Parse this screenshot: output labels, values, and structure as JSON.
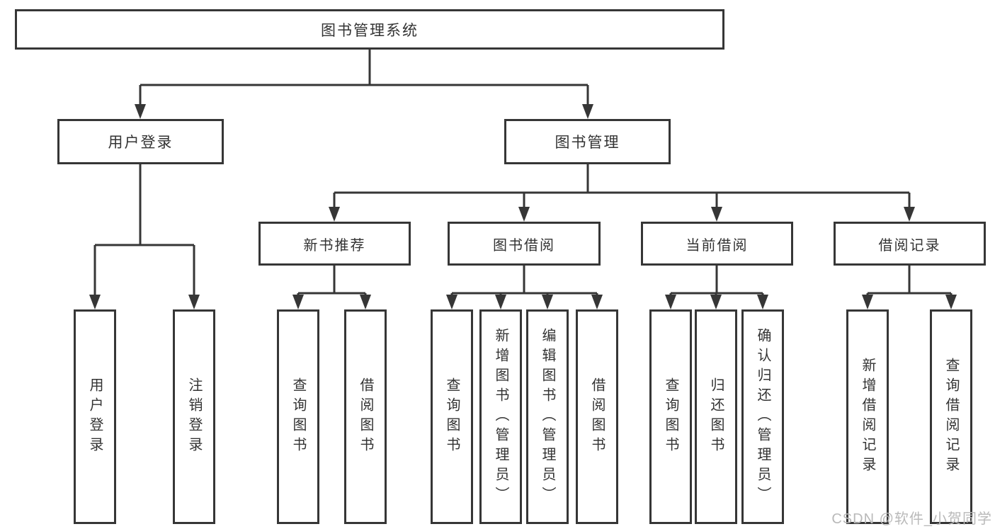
{
  "diagram": {
    "root": "图书管理系统",
    "branches": [
      {
        "label": "用户登录",
        "children": [
          "用户登录",
          "注销登录"
        ]
      },
      {
        "label": "图书管理",
        "children": [
          {
            "label": "新书推荐",
            "children": [
              "查询图书",
              "借阅图书"
            ]
          },
          {
            "label": "图书借阅",
            "children": [
              "查询图书",
              "新增图书（管理员）",
              "编辑图书（管理员）",
              "借阅图书"
            ]
          },
          {
            "label": "当前借阅",
            "children": [
              "查询图书",
              "归还图书",
              "确认归还（管理员）"
            ]
          },
          {
            "label": "借阅记录",
            "children": [
              "新增借阅记录",
              "查询借阅记录"
            ]
          }
        ]
      }
    ]
  },
  "watermark": "CSDN @软件_小贺同学",
  "colors": {
    "line": "#363636",
    "text": "#333333",
    "watermark": "#b9b9b9",
    "background": "#ffffff"
  }
}
